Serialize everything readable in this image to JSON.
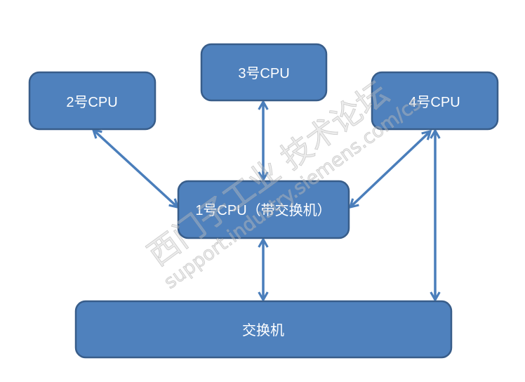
{
  "nodes": {
    "cpu2": "2号CPU",
    "cpu3": "3号CPU",
    "cpu4": "4号CPU",
    "cpu1": "1号CPU（带交换机）",
    "switch": "交换机"
  },
  "edges": [
    {
      "from": "cpu2",
      "to": "cpu1",
      "type": "bidirectional"
    },
    {
      "from": "cpu3",
      "to": "cpu1",
      "type": "bidirectional"
    },
    {
      "from": "cpu4",
      "to": "cpu1",
      "type": "bidirectional"
    },
    {
      "from": "cpu1",
      "to": "switch",
      "type": "bidirectional"
    },
    {
      "from": "cpu4",
      "to": "switch",
      "type": "bidirectional"
    }
  ],
  "watermark": {
    "line1": "西门子工业 技术论坛",
    "line2": "support.industry.siemens.com/cs"
  },
  "colors": {
    "box_fill": "#4F81BD",
    "box_stroke": "#385D8A",
    "arrow": "#4A7EBB"
  }
}
